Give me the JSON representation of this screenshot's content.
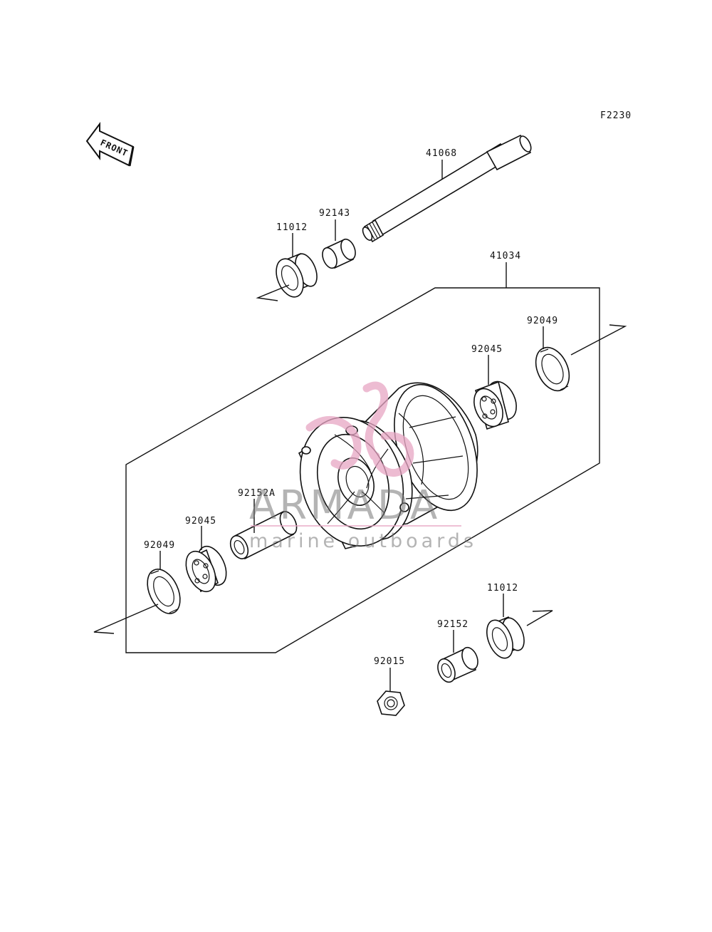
{
  "figure_code": "F2230",
  "front_label": "FRONT",
  "parts": {
    "axle": "41068",
    "hub": "41034",
    "oil_seal_top": "11012",
    "collar_top": "92143",
    "seal_right": "92049",
    "bearing_right": "92045",
    "collar_left": "92152A",
    "bearing_left": "92045",
    "seal_left": "92049",
    "oil_seal_bottom": "11012",
    "collar_bottom": "92152",
    "nut": "92015"
  },
  "watermark": {
    "brand": "ARMADA",
    "tagline": "marine outboards",
    "accent_color": "#e8a6c4",
    "text_color": "#777777"
  }
}
